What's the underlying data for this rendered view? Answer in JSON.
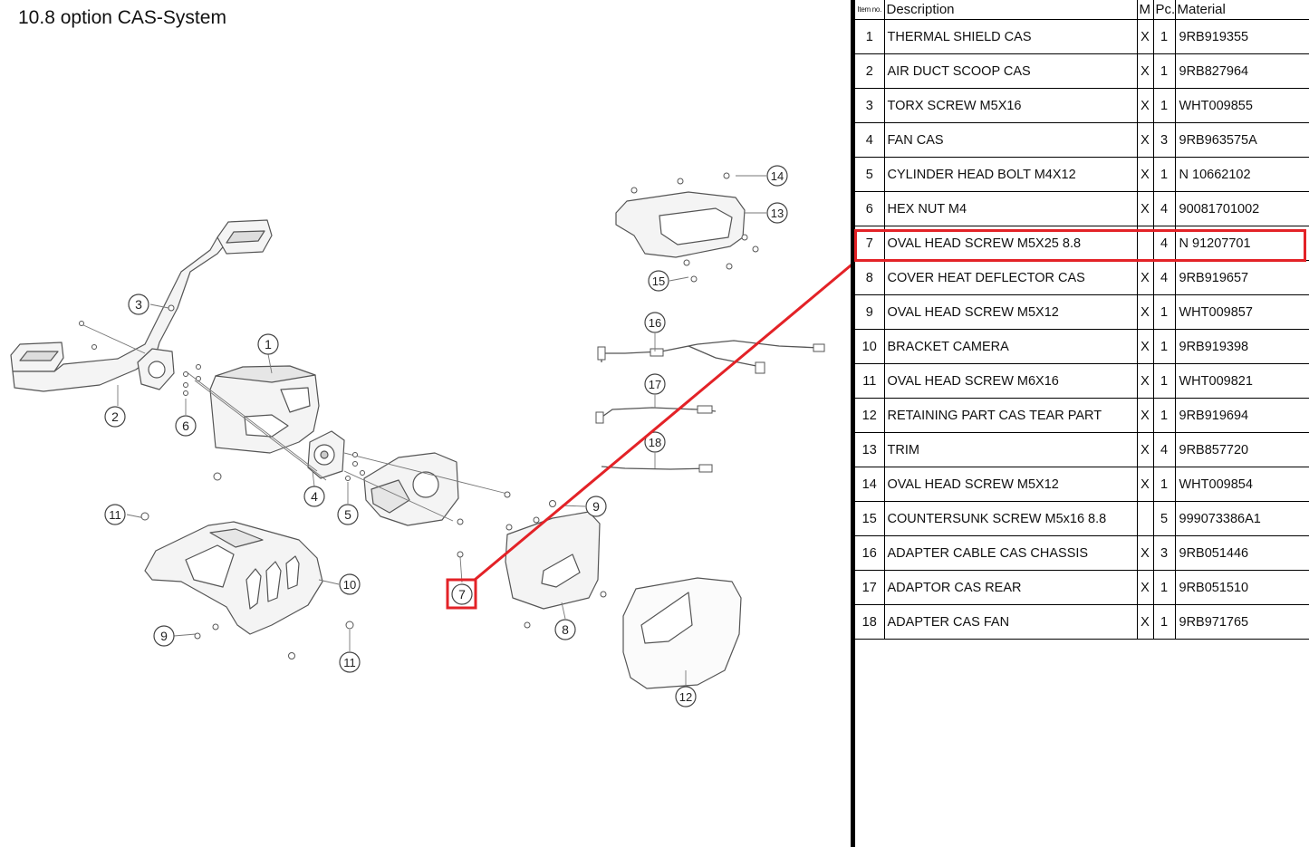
{
  "page": {
    "title": "10.8  option CAS-System"
  },
  "table": {
    "headers": {
      "item": "Item no.",
      "description": "Description",
      "m": "M",
      "pc": "Pc.",
      "material": "Material"
    },
    "highlighted_item": "7",
    "rows": [
      {
        "no": "1",
        "desc": "THERMAL SHIELD CAS",
        "m": "X",
        "pc": "1",
        "mat": "9RB919355"
      },
      {
        "no": "2",
        "desc": "AIR DUCT SCOOP CAS",
        "m": "X",
        "pc": "1",
        "mat": "9RB827964"
      },
      {
        "no": "3",
        "desc": "TORX SCREW M5X16",
        "m": "X",
        "pc": "1",
        "mat": "WHT009855"
      },
      {
        "no": "4",
        "desc": "FAN CAS",
        "m": "X",
        "pc": "3",
        "mat": "9RB963575A"
      },
      {
        "no": "5",
        "desc": "CYLINDER HEAD BOLT M4X12",
        "m": "X",
        "pc": "1",
        "mat": "N 10662102"
      },
      {
        "no": "6",
        "desc": "HEX NUT M4",
        "m": "X",
        "pc": "4",
        "mat": "90081701002"
      },
      {
        "no": "7",
        "desc": "OVAL HEAD SCREW M5X25 8.8",
        "m": "",
        "pc": "4",
        "mat": "N 91207701"
      },
      {
        "no": "8",
        "desc": "COVER HEAT DEFLECTOR CAS",
        "m": "X",
        "pc": "4",
        "mat": "9RB919657"
      },
      {
        "no": "9",
        "desc": "OVAL HEAD SCREW M5X12",
        "m": "X",
        "pc": "1",
        "mat": "WHT009857"
      },
      {
        "no": "10",
        "desc": "BRACKET CAMERA",
        "m": "X",
        "pc": "1",
        "mat": "9RB919398"
      },
      {
        "no": "11",
        "desc": "OVAL HEAD SCREW M6X16",
        "m": "X",
        "pc": "1",
        "mat": "WHT009821"
      },
      {
        "no": "12",
        "desc": "RETAINING PART CAS TEAR PART",
        "m": "X",
        "pc": "1",
        "mat": "9RB919694"
      },
      {
        "no": "13",
        "desc": "TRIM",
        "m": "X",
        "pc": "4",
        "mat": "9RB857720"
      },
      {
        "no": "14",
        "desc": "OVAL HEAD SCREW M5X12",
        "m": "X",
        "pc": "1",
        "mat": "WHT009854"
      },
      {
        "no": "15",
        "desc": "COUNTERSUNK SCREW M5x16 8.8",
        "m": "",
        "pc": "5",
        "mat": "999073386A1"
      },
      {
        "no": "16",
        "desc": "ADAPTER CABLE CAS CHASSIS",
        "m": "X",
        "pc": "3",
        "mat": "9RB051446"
      },
      {
        "no": "17",
        "desc": "ADAPTOR CAS REAR",
        "m": "X",
        "pc": "1",
        "mat": "9RB051510"
      },
      {
        "no": "18",
        "desc": "ADAPTER CAS FAN",
        "m": "X",
        "pc": "1",
        "mat": "9RB971765"
      }
    ]
  },
  "diagram": {
    "callouts": [
      "1",
      "2",
      "3",
      "4",
      "5",
      "6",
      "7",
      "8",
      "9",
      "9",
      "10",
      "11",
      "11",
      "12",
      "13",
      "14",
      "15",
      "16",
      "17",
      "18"
    ]
  },
  "colors": {
    "highlight": "#e32227",
    "line": "#555555",
    "part_fill": "#f2f2f2"
  }
}
